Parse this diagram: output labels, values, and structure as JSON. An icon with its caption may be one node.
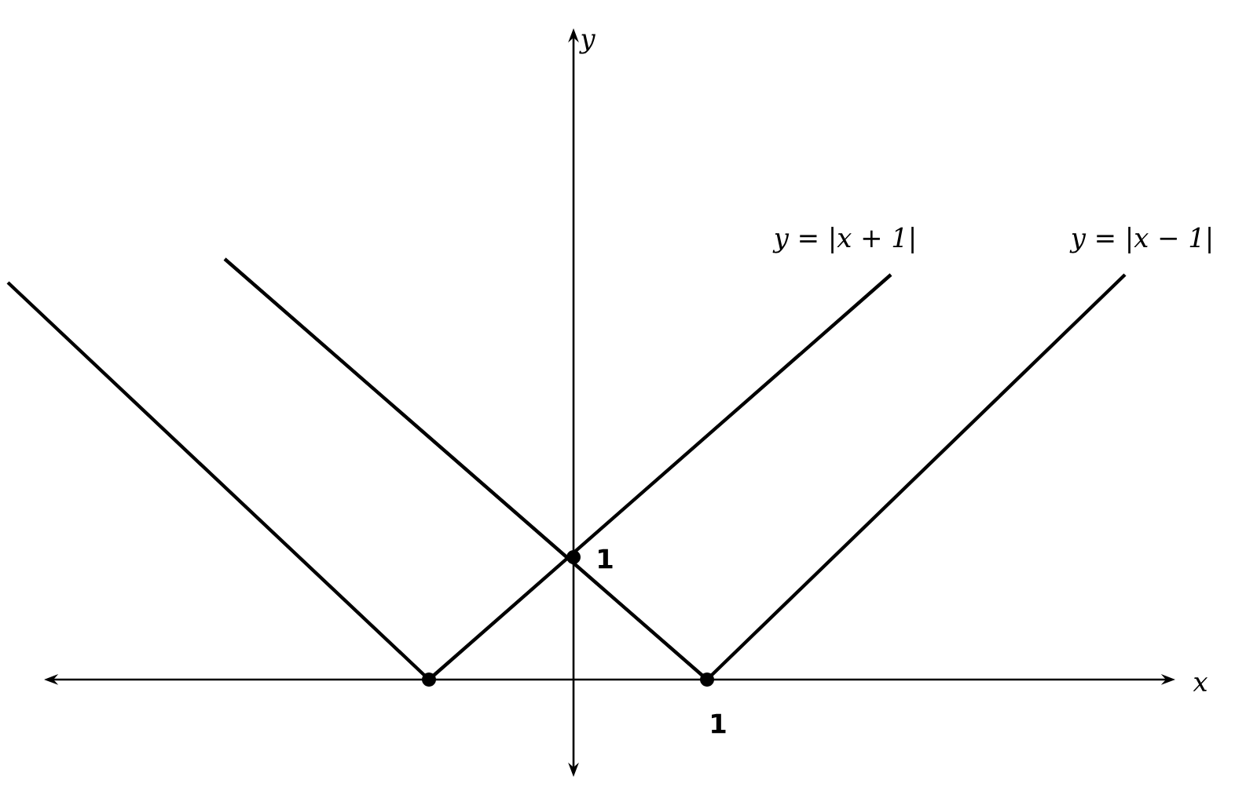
{
  "diagram": {
    "labels": [
      "y",
      "y = |x + 1|",
      "y = |x − 1|",
      "1",
      "x",
      "1"
    ]
  }
}
